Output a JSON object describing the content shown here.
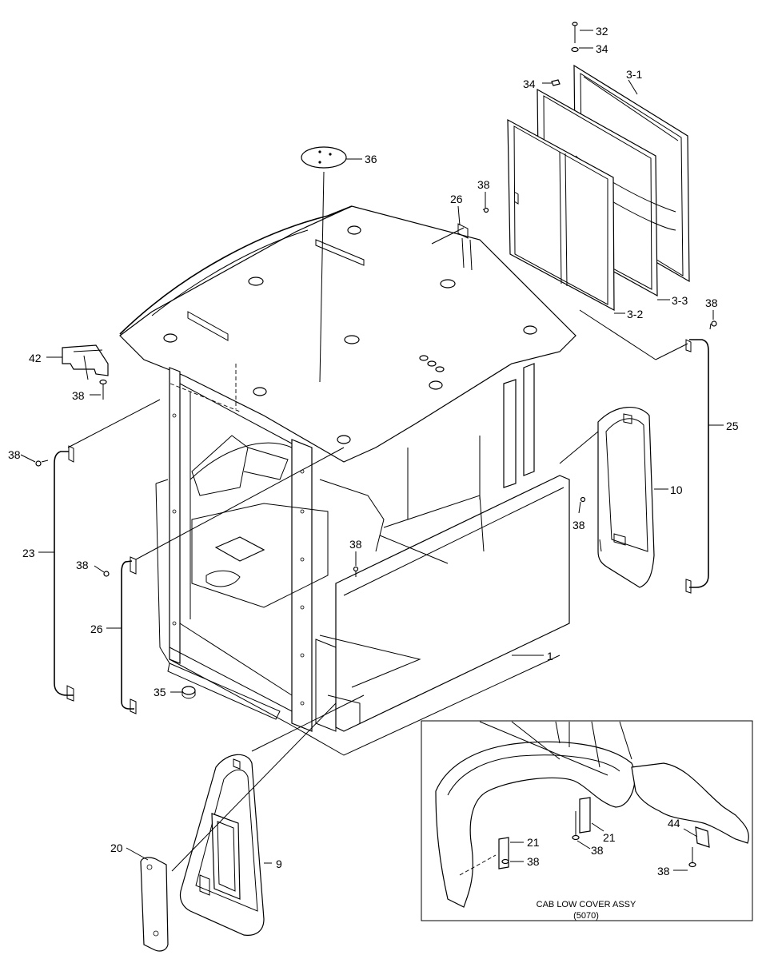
{
  "parts": {
    "p32": "32",
    "p34a": "34",
    "p34b": "34",
    "p3_1": "3-1",
    "p36": "36",
    "p26a": "26",
    "p38a": "38",
    "p3_3": "3-3",
    "p3_2": "3-2",
    "p38b": "38",
    "p42": "42",
    "p38c": "38",
    "p25": "25",
    "p38d": "38",
    "p10": "10",
    "p38e": "38",
    "p23": "23",
    "p38f": "38",
    "p38g": "38",
    "p26b": "26",
    "p1": "1",
    "p35": "35",
    "p20": "20",
    "p9": "9",
    "p21a": "21",
    "p21b": "21",
    "p38h": "38",
    "p38i": "38",
    "p44": "44",
    "p38j": "38"
  },
  "inset": {
    "caption": "CAB LOW COVER ASSY",
    "code": "(5070)"
  }
}
